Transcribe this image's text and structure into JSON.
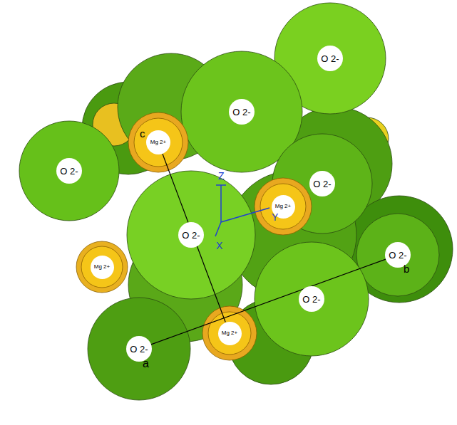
{
  "diagram": {
    "nodes": [
      {
        "text": [
          "O 2-"
        ]
      },
      {
        "text": [
          "O 2-"
        ]
      },
      {
        "text": [
          "Mg 2+"
        ]
      },
      {
        "text": [
          "O 2-"
        ]
      },
      {
        "text": [
          "O 2-"
        ]
      },
      {
        "text": [
          "Mg 2+"
        ]
      },
      {
        "text": [
          "O 2-"
        ]
      },
      {
        "text": [
          "Mg 2+"
        ]
      },
      {
        "text": [
          "O 2-"
        ]
      },
      {
        "text": [
          "O 2-"
        ]
      },
      {
        "text": [
          "Mg 2+"
        ]
      },
      {
        "text": [
          "O 2-"
        ]
      }
    ],
    "edges": [
      {
        "from": 11,
        "to": 8,
        "arrow": "none"
      },
      {
        "from": 10,
        "to": 2,
        "arrow": "none"
      }
    ],
    "labels": [
      "Z",
      "Y",
      "X",
      "a",
      "b",
      "c"
    ]
  }
}
